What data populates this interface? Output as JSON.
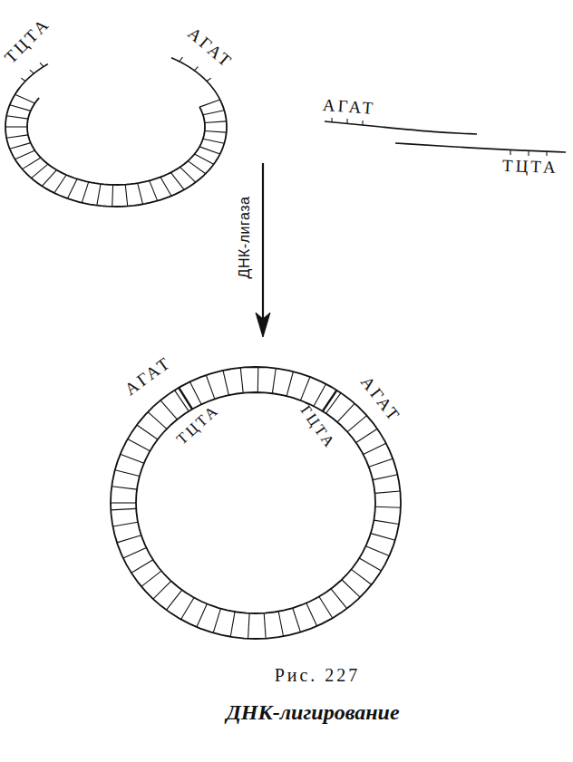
{
  "diagram": {
    "caption": "ДНК-лигирование",
    "labels": [
      "ТЦТА",
      "АГАТ",
      "АГАТ",
      "ТЦТА",
      "ДНК-лигаза",
      "АГАТ",
      "ТЦТА",
      "АГАТ",
      "ТЦТА",
      "Рис. 227"
    ]
  }
}
